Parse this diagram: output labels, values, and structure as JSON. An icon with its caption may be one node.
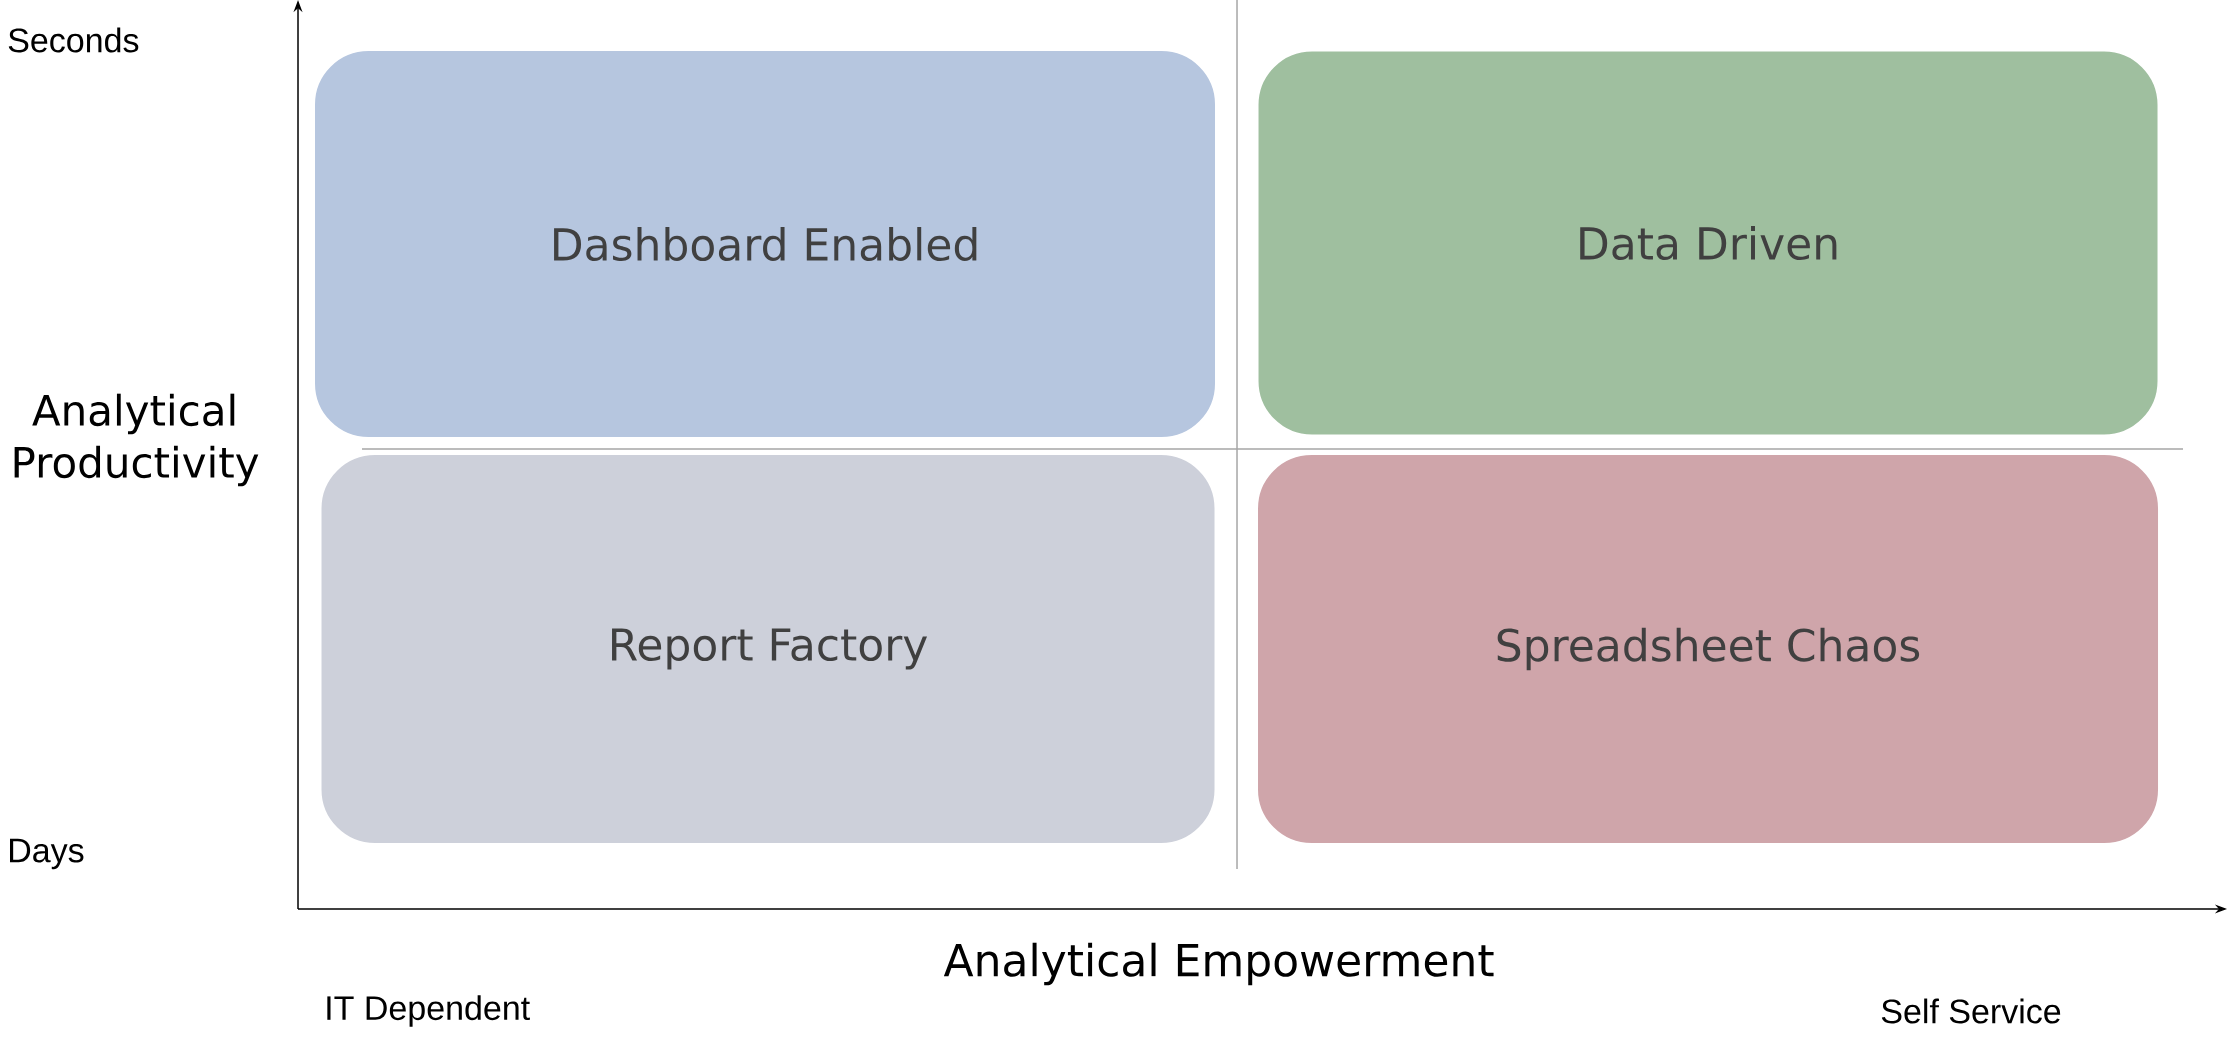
{
  "diagram": {
    "nodes": [
      {
        "text": [
          "Dashboard Enabled"
        ]
      },
      {
        "text": [
          "Data Driven"
        ]
      },
      {
        "text": [
          "Report Factory"
        ]
      },
      {
        "text": [
          "Spreadsheet Chaos"
        ]
      }
    ],
    "labels": [
      "Seconds",
      "Analytical Productivity",
      "Days",
      "Analytical Empowerment",
      "IT Dependent",
      "Self Service"
    ]
  }
}
